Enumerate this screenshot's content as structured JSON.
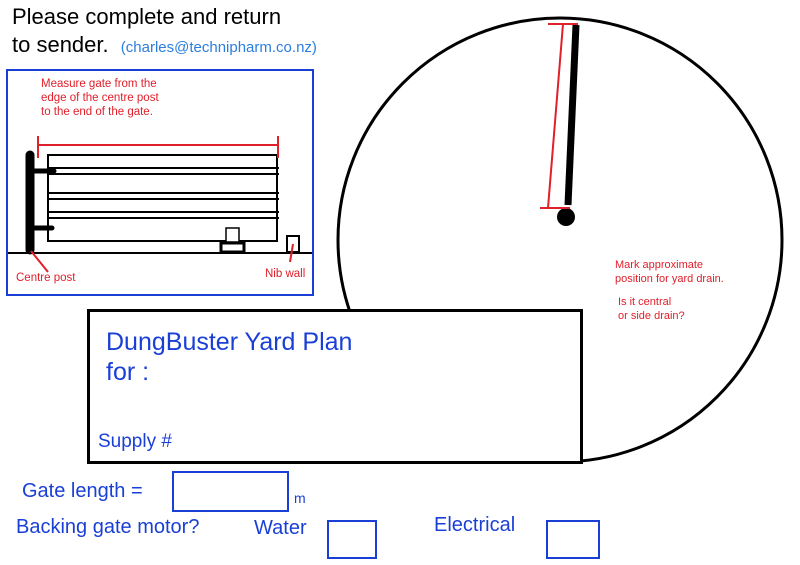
{
  "header": {
    "line1": "Please complete and return",
    "line2": "to sender.",
    "email": "(charles@technipharm.co.nz)"
  },
  "gate_diagram": {
    "instruction": [
      "Measure gate from the",
      "edge of the centre post",
      "to the end of the gate."
    ],
    "centre_post_label": "Centre post",
    "nib_wall_label": "Nib wall"
  },
  "yard": {
    "drain_note": [
      "Mark approximate",
      "position for yard drain."
    ],
    "drain_question": [
      "Is it central",
      "or side drain?"
    ]
  },
  "plan_box": {
    "title": "DungBuster Yard Plan",
    "for_label": "for :",
    "supply_label": "Supply #"
  },
  "form": {
    "gate_length_label": "Gate length =",
    "gate_length_value": "",
    "gate_length_unit": "m",
    "backing_motor_label": "Backing gate motor?",
    "water_label": "Water",
    "water_value": "",
    "electrical_label": "Electrical",
    "electrical_value": ""
  },
  "colors": {
    "blue": "#1a3fd6",
    "red": "#e0202a",
    "black": "#000000"
  }
}
